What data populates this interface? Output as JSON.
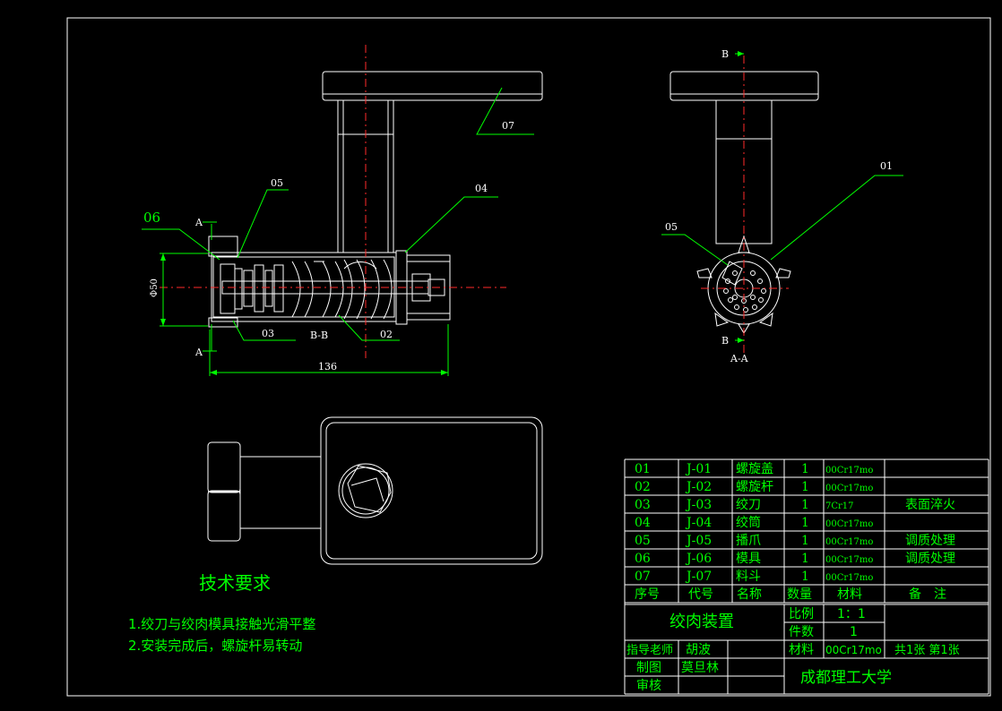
{
  "view_labels": {
    "section_a_top": "A",
    "section_a_bottom": "A",
    "section_b_top": "B",
    "section_b_bottom": "B",
    "view_bb": "B-B",
    "view_aa": "A-A"
  },
  "dimensions": {
    "diameter": "Φ50",
    "length": "136"
  },
  "balloons": {
    "b01": "01",
    "b02": "02",
    "b03": "03",
    "b04": "04",
    "b05_main": "05",
    "b05_side": "05",
    "b06": "06",
    "b07": "07"
  },
  "tech": {
    "title": "技术要求",
    "line1": "1.绞刀与绞肉模具接触光滑平整",
    "line2": "2.安装完成后，螺旋杆易转动"
  },
  "bom": {
    "header": {
      "no": "序号",
      "code": "代号",
      "name": "名称",
      "qty": "数量",
      "material": "材料",
      "remark": "备　注"
    },
    "rows": [
      {
        "no": "01",
        "code": "J-01",
        "name": "螺旋盖",
        "qty": "1",
        "material": "00Cr17mo",
        "remark": ""
      },
      {
        "no": "02",
        "code": "J-02",
        "name": "螺旋杆",
        "qty": "1",
        "material": "00Cr17mo",
        "remark": ""
      },
      {
        "no": "03",
        "code": "J-03",
        "name": "绞刀",
        "qty": "1",
        "material": "7Cr17",
        "remark": "表面淬火"
      },
      {
        "no": "04",
        "code": "J-04",
        "name": "绞筒",
        "qty": "1",
        "material": "00Cr17mo",
        "remark": ""
      },
      {
        "no": "05",
        "code": "J-05",
        "name": "播爪",
        "qty": "1",
        "material": "00Cr17mo",
        "remark": "调质处理"
      },
      {
        "no": "06",
        "code": "J-06",
        "name": "模具",
        "qty": "1",
        "material": "00Cr17mo",
        "remark": "调质处理"
      },
      {
        "no": "07",
        "code": "J-07",
        "name": "料斗",
        "qty": "1",
        "material": "00Cr17mo",
        "remark": ""
      }
    ]
  },
  "title_block": {
    "drawing_name": "绞肉装置",
    "scale_label": "比例",
    "scale_value": "1：1",
    "count_label": "件数",
    "count_value": "1",
    "material_label": "材料",
    "material_value": "00Cr17mo",
    "sheets": "共1张 第1张",
    "instructor_label": "指导老师",
    "instructor_name": "胡波",
    "drafter_label": "制图",
    "drafter_name": "莫旦林",
    "reviewer_label": "审核",
    "school": "成都理工大学"
  },
  "colors": {
    "background": "#000000",
    "outline": "#ffffff",
    "annotation": "#00ff00",
    "centerline": "#ff2a2a"
  }
}
